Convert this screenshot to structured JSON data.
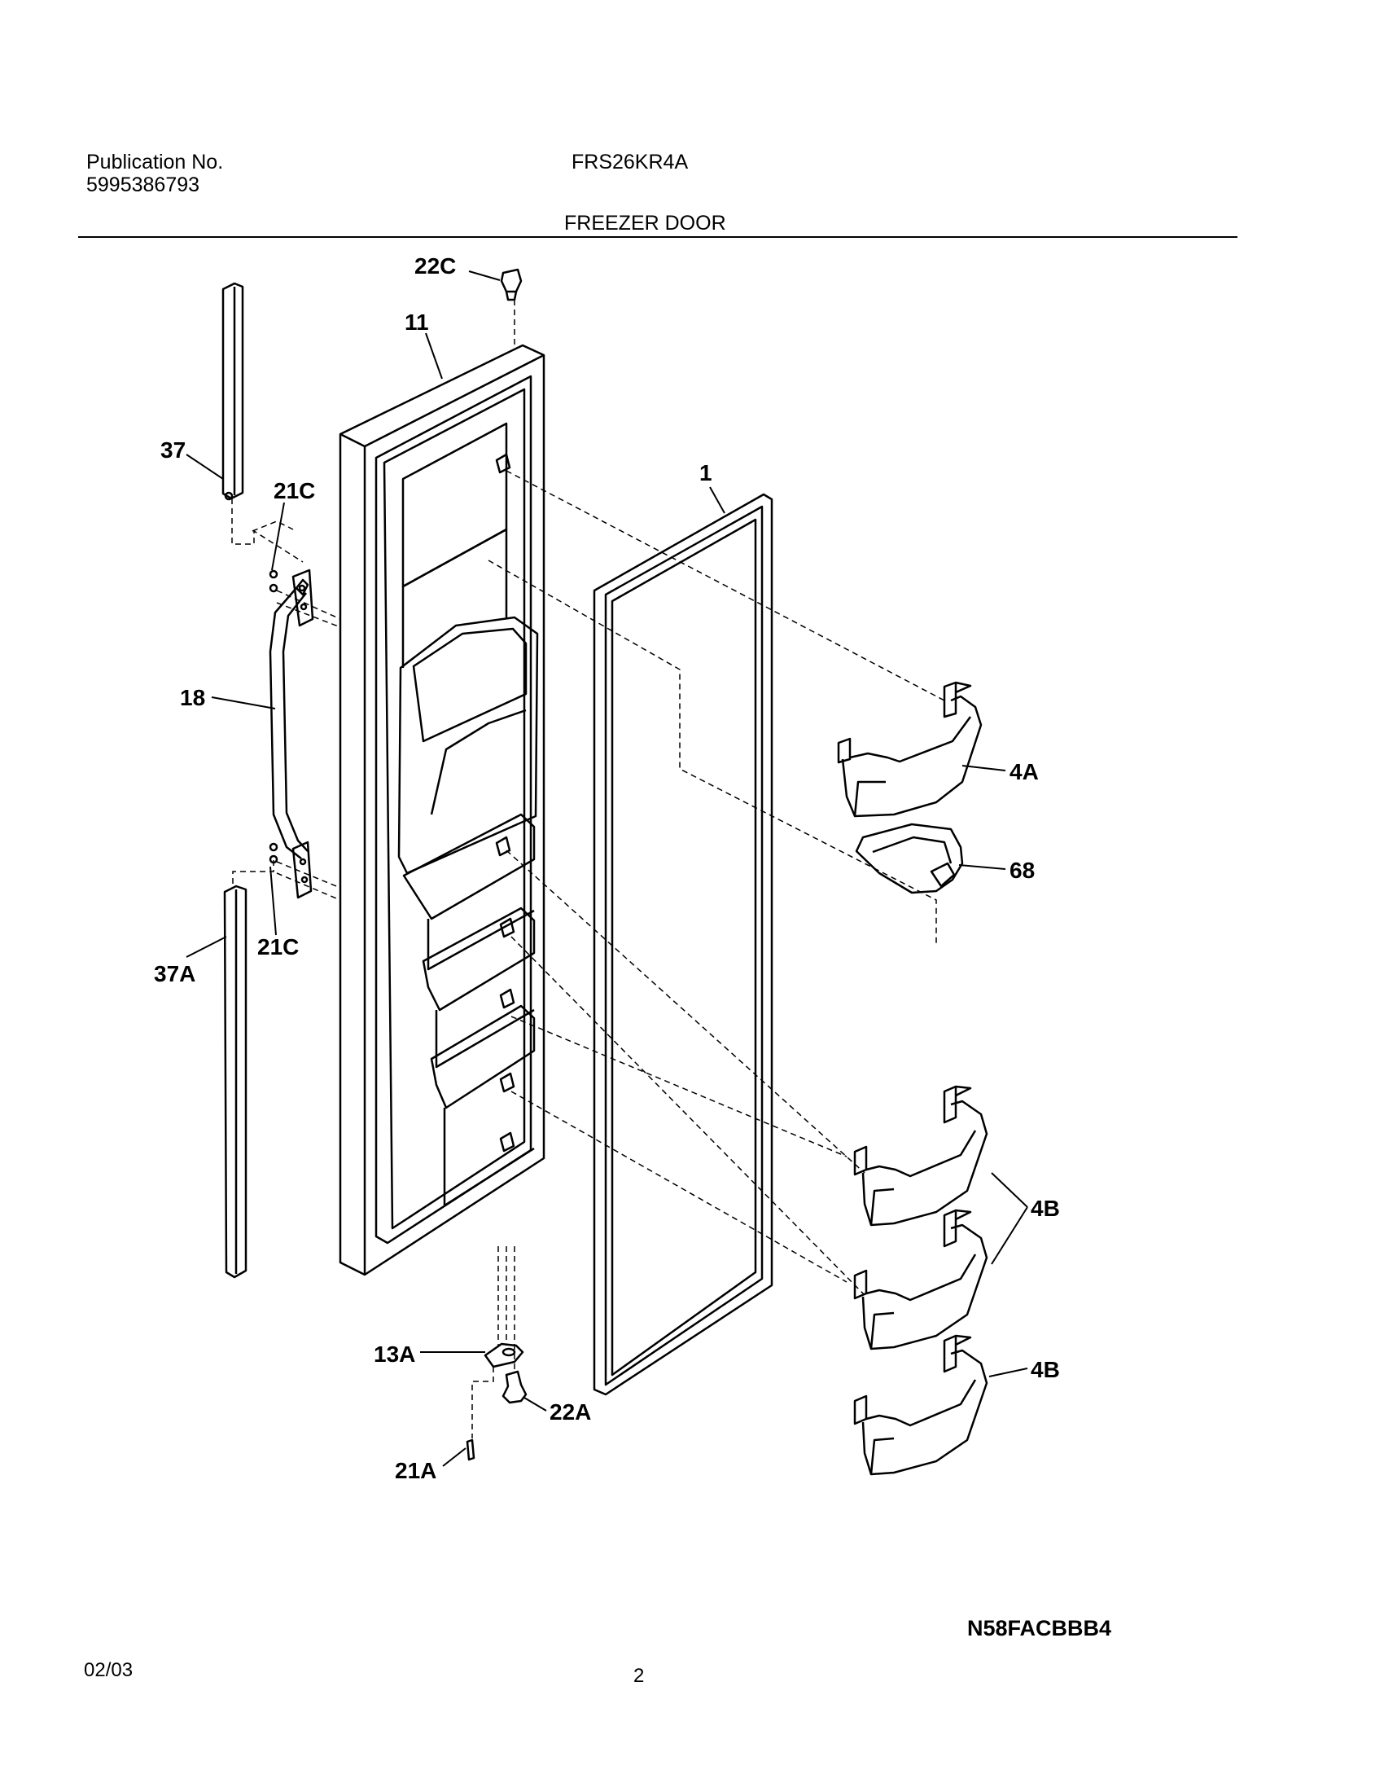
{
  "header": {
    "publication_label": "Publication No.",
    "publication_number": "5995386793",
    "model": "FRS26KR4A",
    "section_title": "FREEZER DOOR"
  },
  "callouts": {
    "c22C": "22C",
    "c11": "11",
    "c37": "37",
    "c21C_top": "21C",
    "c1": "1",
    "c18": "18",
    "c4A": "4A",
    "c68": "68",
    "c21C_bottom": "21C",
    "c37A": "37A",
    "c4B_top": "4B",
    "c13A": "13A",
    "c22A": "22A",
    "c4B_bottom": "4B",
    "c21A": "21A"
  },
  "footer": {
    "diagram_code": "N58FACBBB4",
    "date": "02/03",
    "page": "2"
  }
}
